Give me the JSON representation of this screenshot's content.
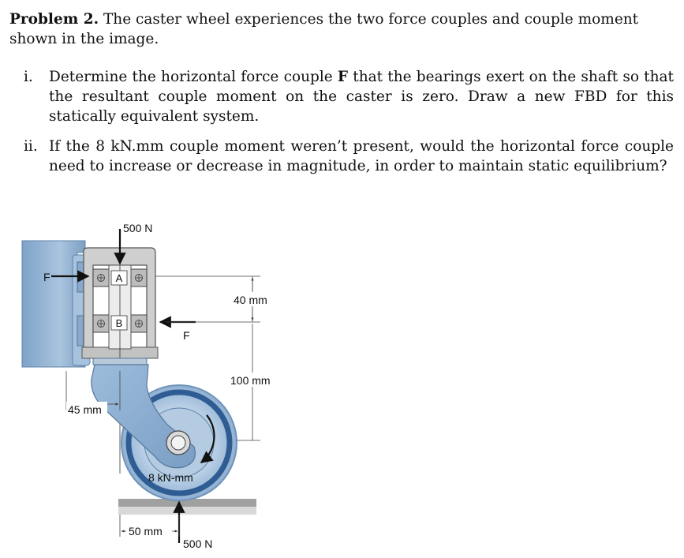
{
  "problem": {
    "label": "Problem 2.",
    "statement": "The caster wheel experiences the two force couples and couple moment shown in the image."
  },
  "questions": [
    {
      "number": "i.",
      "text_before": "Determine the horizontal force couple ",
      "symbol": "F",
      "text_after": " that the bearings exert on the shaft so that the resultant couple moment on the caster is zero. Draw a new FBD for this statically equivalent system."
    },
    {
      "number": "ii.",
      "text": "If the 8 kN.mm couple moment weren’t present, would the horizontal force couple need to increase or decrease in magnitude, in order to maintain static equilibrium?"
    }
  ],
  "figure": {
    "top_force": "500 N",
    "bottom_force": "500 N",
    "left_force": "F",
    "right_force": "F",
    "bearing_a": "A",
    "bearing_b": "B",
    "dim_40": "40 mm",
    "dim_100": "100 mm",
    "dim_45": "45 mm",
    "dim_50": "50 mm",
    "moment": "8 kN-mm",
    "colors": {
      "body_blue": "#8fb1d2",
      "wheel_dark": "#2f5d93",
      "frame_gray": "#c8c8c8",
      "ground": "#9a9a9a"
    }
  }
}
